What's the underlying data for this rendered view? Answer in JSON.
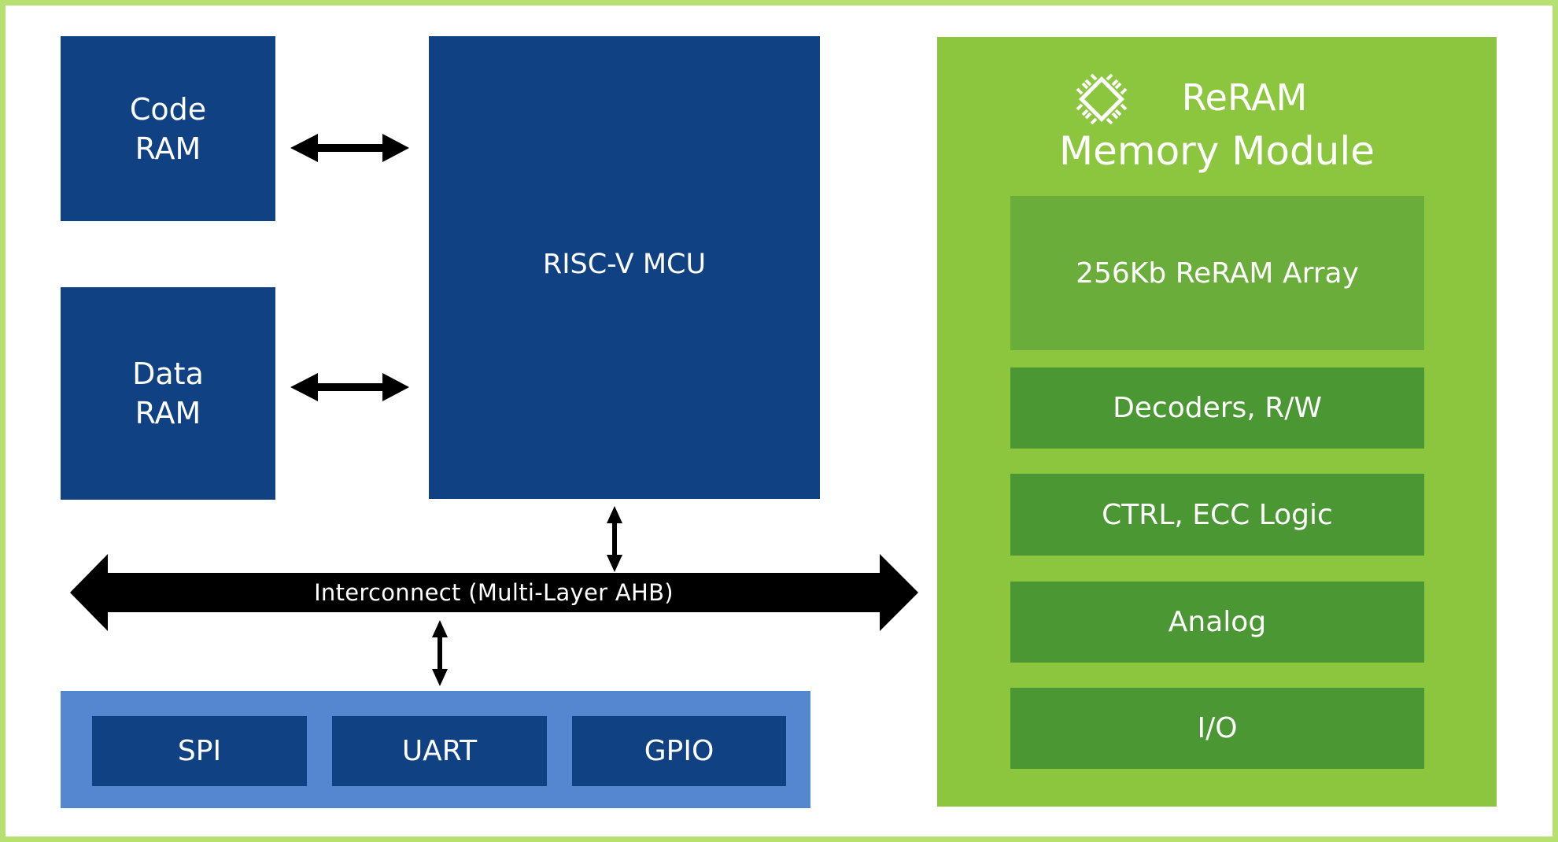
{
  "diagram": {
    "code_ram": {
      "line1": "Code",
      "line2": "RAM"
    },
    "data_ram": {
      "line1": "Data",
      "line2": "RAM"
    },
    "mcu": {
      "label": "RISC-V MCU"
    },
    "interconnect": {
      "label": "Interconnect (Multi-Layer AHB)"
    },
    "peripherals": [
      {
        "label": "SPI"
      },
      {
        "label": "UART"
      },
      {
        "label": "GPIO"
      }
    ],
    "reram_module": {
      "title_line1": "ReRAM",
      "title_line2": "Memory Module",
      "icon": "chip-icon",
      "blocks": [
        {
          "label": "256Kb ReRAM Array"
        },
        {
          "label": "Decoders, R/W"
        },
        {
          "label": "CTRL, ECC Logic"
        },
        {
          "label": "Analog"
        },
        {
          "label": "I/O"
        }
      ]
    },
    "colors": {
      "border": "#b6e171",
      "dark_blue": "#104283",
      "light_blue": "#5487cf",
      "green_panel": "#8cc63f",
      "green_array": "#6aad3b",
      "green_block": "#4a9733",
      "arrow": "#000000"
    }
  }
}
